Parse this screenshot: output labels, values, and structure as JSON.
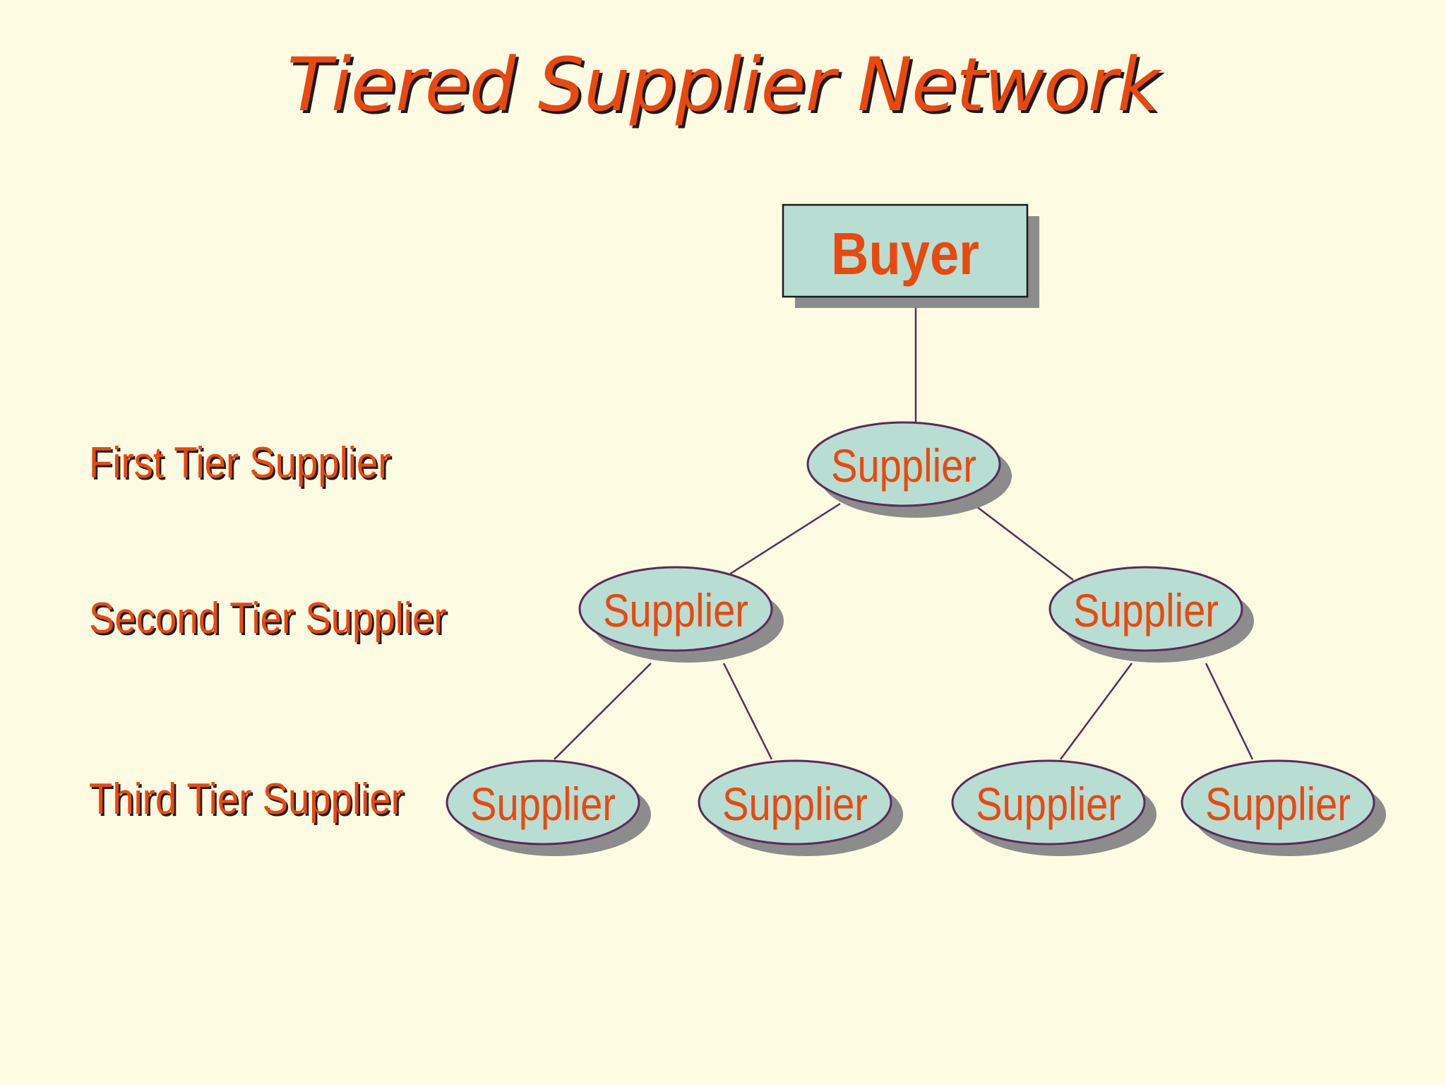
{
  "title": "Tiered Supplier Network",
  "tier_labels": [
    "First Tier Supplier",
    "Second Tier Supplier",
    "Third Tier Supplier"
  ],
  "nodes": {
    "buyer": "Buyer",
    "tier1": [
      "Supplier"
    ],
    "tier2": [
      "Supplier",
      "Supplier"
    ],
    "tier3": [
      "Supplier",
      "Supplier",
      "Supplier",
      "Supplier"
    ]
  },
  "colors": {
    "background": "#FDFCE2",
    "text": "#E8490F",
    "node_fill": "#B8DDD3",
    "node_stroke": "#5A2A5A",
    "shadow": "#8C8C8C"
  }
}
